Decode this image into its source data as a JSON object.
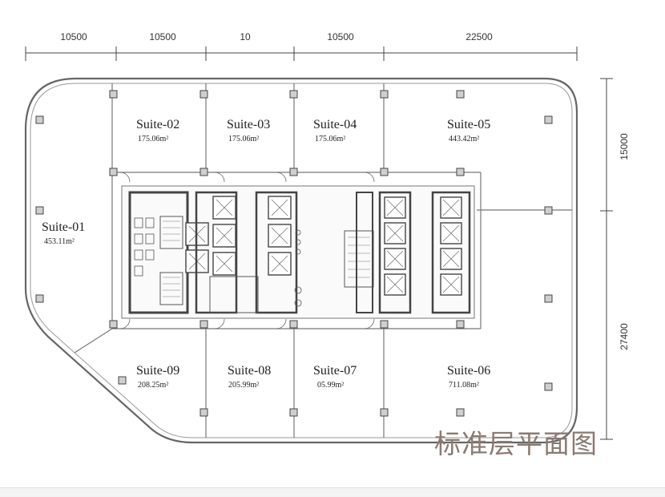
{
  "dimensions_top": [
    "10500",
    "10500",
    "10",
    "10500",
    "22500"
  ],
  "dimensions_right": [
    "15000",
    "27400"
  ],
  "suites": [
    {
      "name": "Suite-01",
      "area": "453.11m²"
    },
    {
      "name": "Suite-02",
      "area": "175.06m²"
    },
    {
      "name": "Suite-03",
      "area": "175.06m²"
    },
    {
      "name": "Suite-04",
      "area": "175.06m²"
    },
    {
      "name": "Suite-05",
      "area": "443.42m²"
    },
    {
      "name": "Suite-06",
      "area": "711.08m²"
    },
    {
      "name": "Suite-07",
      "area": "05.99m²"
    },
    {
      "name": "Suite-08",
      "area": "205.99m²"
    },
    {
      "name": "Suite-09",
      "area": "208.25m²"
    }
  ],
  "title": "标准层平面图",
  "colors": {
    "line": "#555555",
    "core": "#444444",
    "title": "#8a7a72"
  }
}
